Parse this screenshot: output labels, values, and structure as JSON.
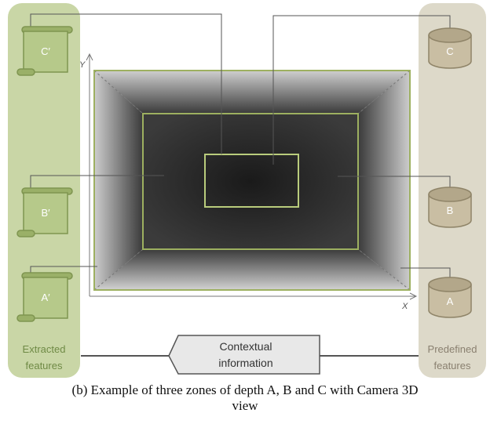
{
  "axes": {
    "y_label": "Y",
    "x_label": "X"
  },
  "left_panel": {
    "title_line1": "Extracted",
    "title_line2": "features",
    "items": [
      {
        "label": "C′"
      },
      {
        "label": "B′"
      },
      {
        "label": "A′"
      }
    ]
  },
  "right_panel": {
    "title_line1": "Predefined",
    "title_line2": "features",
    "items": [
      {
        "label": "C"
      },
      {
        "label": "B"
      },
      {
        "label": "A"
      }
    ]
  },
  "center_box": {
    "line1": "Contextual",
    "line2": "information"
  },
  "caption": {
    "line1": "(b) Example of three zones of depth A, B and C with Camera 3D",
    "line2": "view"
  },
  "colors": {
    "left_panel": "#c9d6a6",
    "right_panel": "#ddd9c9",
    "zone_outline": "#a5b86b",
    "scroll_fill": "#b6c98a",
    "cylinder_fill": "#c9bea3",
    "connector": "#555555"
  }
}
